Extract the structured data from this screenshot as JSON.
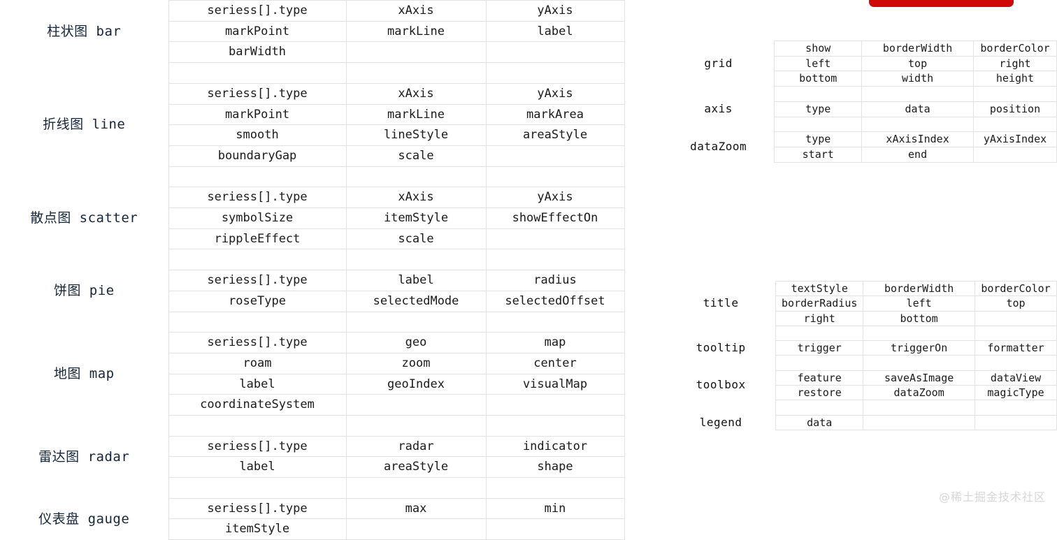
{
  "page": {
    "watermark": "@稀土掘金技术社区",
    "accent_colors": {
      "cyan": "#00AEEF",
      "steel_blue": "#9DBCE3",
      "green": "#00A650",
      "light_green": "#8DCE4A",
      "red_banner": "#CE0A0A",
      "grid_line": "#e2e2e2"
    }
  },
  "chart_types_table": {
    "groups": [
      {
        "label": "柱状图 bar",
        "swatch": "cyan",
        "rows": [
          [
            "seriess[].type",
            "xAxis",
            "yAxis"
          ],
          [
            "markPoint",
            "markLine",
            "label"
          ],
          [
            "barWidth",
            "",
            ""
          ]
        ]
      },
      {
        "label": "折线图 line",
        "swatch": "cyan",
        "rows": [
          [
            "seriess[].type",
            "xAxis",
            "yAxis"
          ],
          [
            "markPoint",
            "markLine",
            "markArea"
          ],
          [
            "smooth",
            "lineStyle",
            "areaStyle"
          ],
          [
            "boundaryGap",
            "scale",
            ""
          ]
        ]
      },
      {
        "label": "散点图 scatter",
        "swatch": "cyan",
        "rows": [
          [
            "seriess[].type",
            "xAxis",
            "yAxis"
          ],
          [
            "symbolSize",
            "itemStyle",
            "showEffectOn"
          ],
          [
            "rippleEffect",
            "scale",
            ""
          ]
        ]
      },
      {
        "label": "饼图 pie",
        "swatch": "steel",
        "rows": [
          [
            "seriess[].type",
            "label",
            "radius"
          ],
          [
            "roseType",
            "selectedMode",
            "selectedOffset"
          ]
        ]
      },
      {
        "label": "地图 map",
        "swatch": "steel",
        "rows": [
          [
            "seriess[].type",
            "geo",
            "map"
          ],
          [
            "roam",
            "zoom",
            "center"
          ],
          [
            "label",
            "geoIndex",
            "visualMap"
          ],
          [
            "coordinateSystem",
            "",
            ""
          ]
        ]
      },
      {
        "label": "雷达图 radar",
        "swatch": "steel",
        "rows": [
          [
            "seriess[].type",
            "radar",
            "indicator"
          ],
          [
            "label",
            "areaStyle",
            "shape"
          ]
        ]
      },
      {
        "label": "仪表盘 gauge",
        "swatch": "steel",
        "rows": [
          [
            "seriess[].type",
            "max",
            "min"
          ],
          [
            "itemStyle",
            "",
            ""
          ]
        ]
      }
    ]
  },
  "coordinate_options_table": {
    "groups": [
      {
        "label": "grid",
        "swatch": "green",
        "rows": [
          [
            "show",
            "borderWidth",
            "borderColor"
          ],
          [
            "left",
            "top",
            "right"
          ],
          [
            "bottom",
            "width",
            "height"
          ]
        ]
      },
      {
        "label": "axis",
        "swatch": "green",
        "rows": [
          [
            "type",
            "data",
            "position"
          ]
        ]
      },
      {
        "label": "dataZoom",
        "swatch": "green",
        "rows": [
          [
            "type",
            "xAxisIndex",
            "yAxisIndex"
          ],
          [
            "start",
            "end",
            ""
          ]
        ]
      }
    ]
  },
  "component_options_table": {
    "groups": [
      {
        "label": "title",
        "swatch": "light_green",
        "rows": [
          [
            "textStyle",
            "borderWidth",
            "borderColor"
          ],
          [
            "borderRadius",
            "left",
            "top"
          ],
          [
            "right",
            "bottom",
            ""
          ]
        ]
      },
      {
        "label": "tooltip",
        "swatch": "light_green",
        "rows": [
          [
            "trigger",
            "triggerOn",
            "formatter"
          ]
        ]
      },
      {
        "label": "toolbox",
        "swatch": "light_green",
        "rows": [
          [
            "feature",
            "saveAsImage",
            "dataView"
          ],
          [
            "restore",
            "dataZoom",
            "magicType"
          ]
        ]
      },
      {
        "label": "legend",
        "swatch": "light_green",
        "rows": [
          [
            "data",
            "",
            ""
          ]
        ]
      }
    ]
  }
}
